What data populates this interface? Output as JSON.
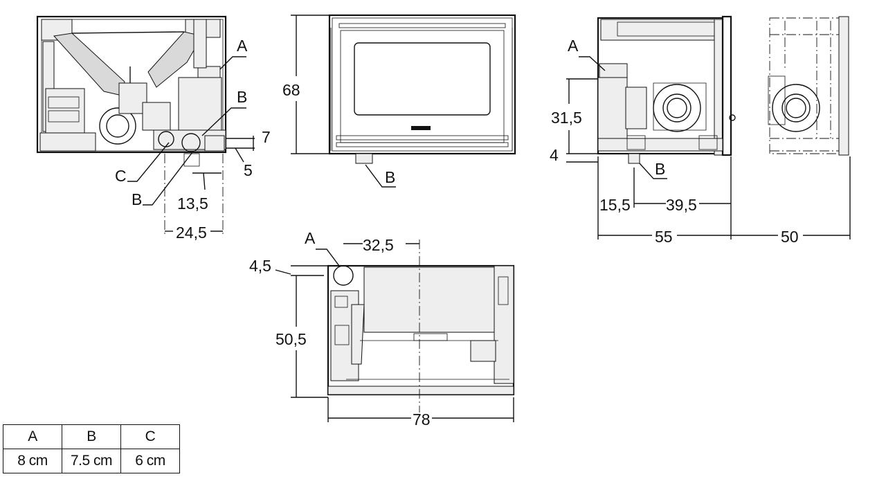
{
  "labels": {
    "a": "A",
    "b": "B",
    "c": "C"
  },
  "dimensions": {
    "front_height": "68",
    "top_right_7": "7",
    "top_right_5": "5",
    "pipe_offset_13_5": "13,5",
    "pipe_offset_24_5": "24,5",
    "side_height_31_5": "31,5",
    "side_base_4": "4",
    "side_15_5": "15,5",
    "side_39_5": "39,5",
    "side_depth_55": "55",
    "rear_50": "50",
    "top_offset_4_5": "4,5",
    "top_depth_50_5": "50,5",
    "top_32_5": "32,5",
    "top_width_78": "78"
  },
  "legend": {
    "headers": [
      "A",
      "B",
      "C"
    ],
    "values": [
      "8 cm",
      "7.5 cm",
      "6 cm"
    ]
  }
}
